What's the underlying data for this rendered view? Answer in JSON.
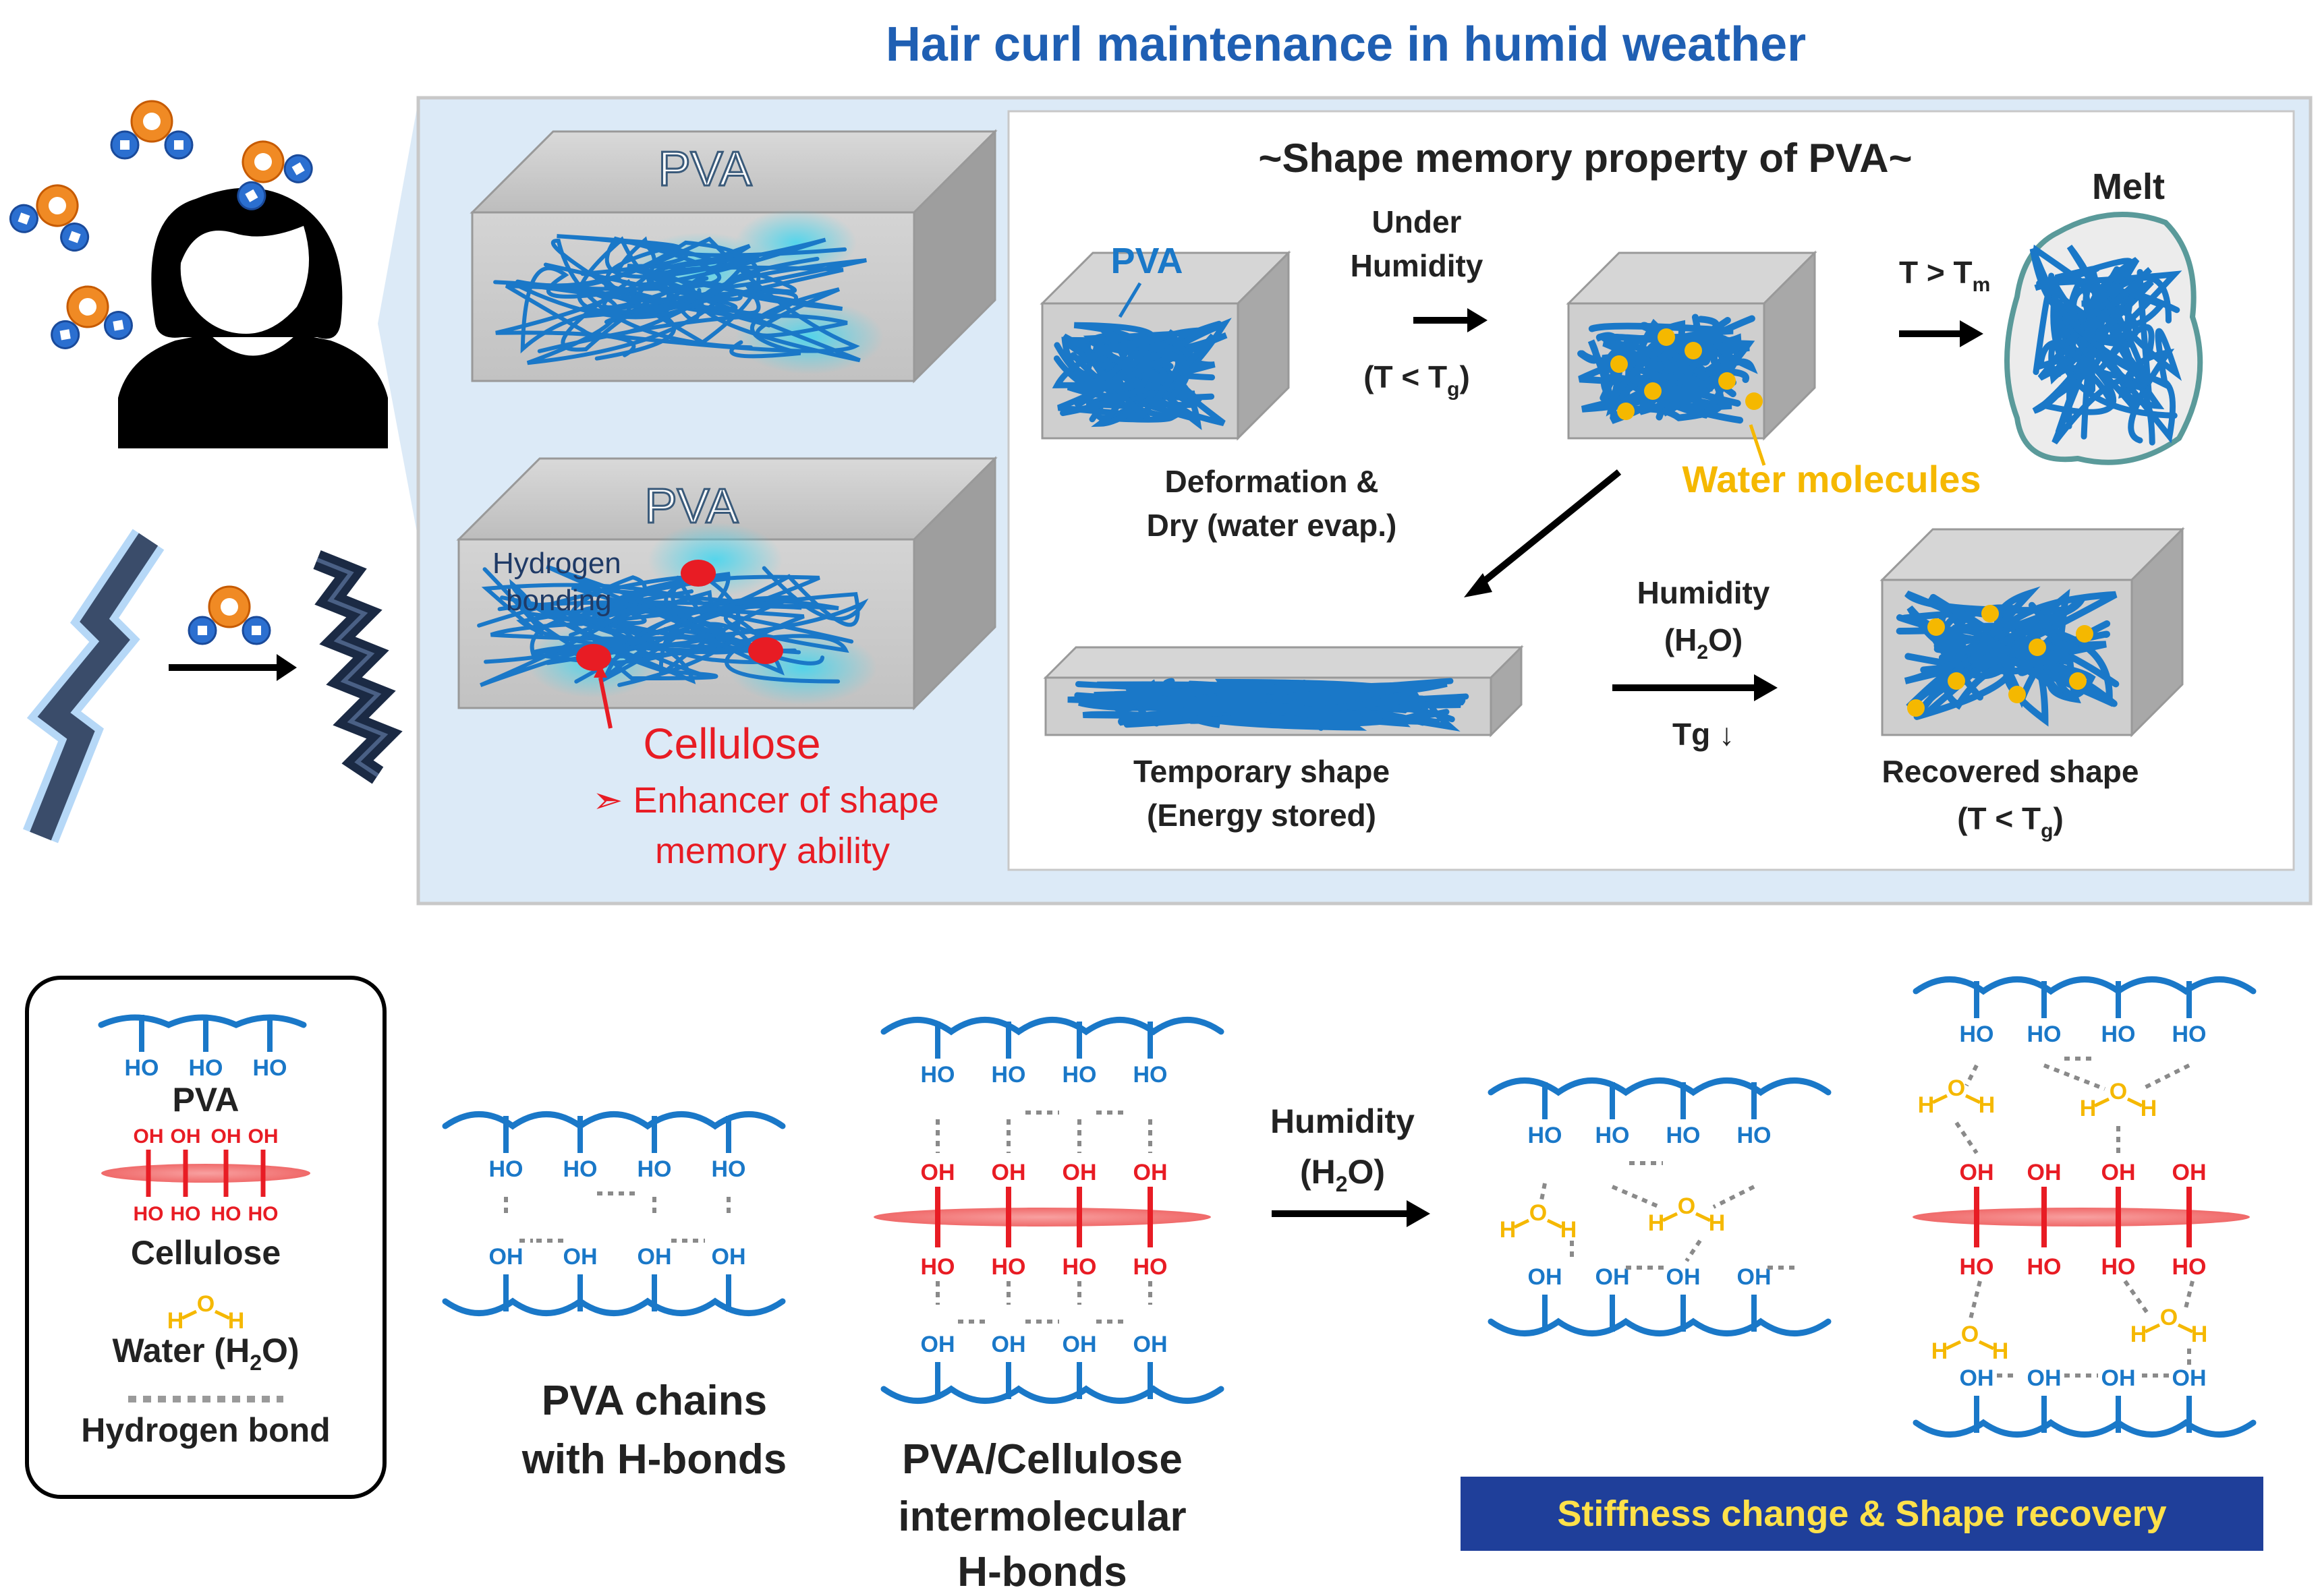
{
  "title": "Hair curl maintenance in humid weather",
  "colors": {
    "title_blue": "#1f5fb3",
    "chain_blue": "#1a78c8",
    "cellulose_red": "#e81c24",
    "water_orange": "#f08a24",
    "water_yellow": "#f5b800",
    "panel_bg": "#dceaf7",
    "banner_bg": "#1f3f9a",
    "banner_text": "#ffe14a"
  },
  "top_panel": {
    "left_block": {
      "pva_label_1": "PVA",
      "pva_label_2": "PVA",
      "hydrogen_bonding": "Hydrogen bonding",
      "cellulose": "Cellulose",
      "enhancer_line1": "➣ Enhancer of shape",
      "enhancer_line2": "memory ability"
    },
    "shape_memory": {
      "title": "~Shape memory property of PVA~",
      "pva_label": "PVA",
      "under_humidity_1": "Under",
      "under_humidity_2": "Humidity",
      "cond_below_tg": "(T < Tg)",
      "deformation_1": "Deformation &",
      "deformation_2": "Dry (water evap.)",
      "water_molecules": "Water molecules",
      "t_gt_tm": "T > Tm",
      "melt": "Melt",
      "humidity": "Humidity",
      "h2o": "(H2O)",
      "tg_down": "Tg ↓",
      "temporary_1": "Temporary shape",
      "temporary_2": "(Energy stored)",
      "recovered_1": "Recovered shape",
      "recovered_2": "(T < Tg)"
    }
  },
  "legend": {
    "pva": "PVA",
    "cellulose": "Cellulose",
    "water": "Water (H2O)",
    "hydrogen_bond": "Hydrogen bond"
  },
  "bottom": {
    "pva_chains_1": "PVA chains",
    "pva_chains_2": "with H-bonds",
    "pva_cell_1": "PVA/Cellulose",
    "pva_cell_2": "intermolecular",
    "pva_cell_3": "H-bonds",
    "humidity": "Humidity",
    "h2o": "(H2O)",
    "banner": "Stiffness change & Shape recovery",
    "ho": "HO",
    "oh": "OH",
    "h": "H",
    "o": "O"
  }
}
